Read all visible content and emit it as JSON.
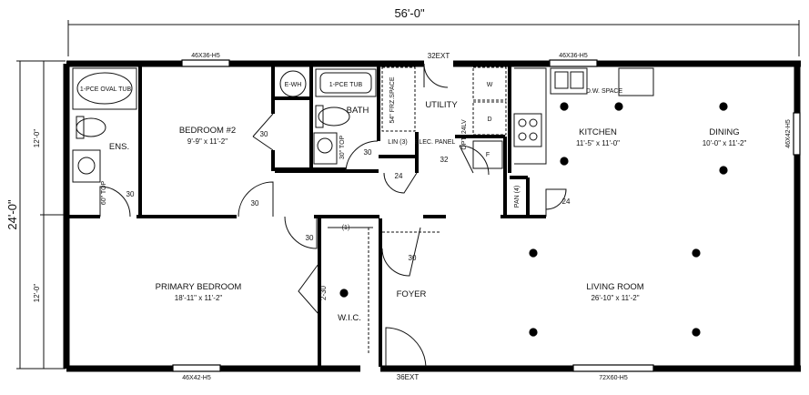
{
  "overall": {
    "width": "56'-0\"",
    "depth": "24'-0\"",
    "half_upper": "12'-0\"",
    "half_lower": "12'-0\""
  },
  "rooms": {
    "primary_bedroom": {
      "name": "PRIMARY BEDROOM",
      "size": "18'-11\" x 11'-2\""
    },
    "bedroom2": {
      "name": "BEDROOM #2",
      "size": "9'-9\" x 11'-2\""
    },
    "living": {
      "name": "LIVING ROOM",
      "size": "26'-10\" x 11'-2\""
    },
    "kitchen": {
      "name": "KITCHEN",
      "size": "11'-5\" x 11'-0\""
    },
    "dining": {
      "name": "DINING",
      "size": "10'-0\" x 11'-2\""
    },
    "foyer": {
      "name": "FOYER"
    },
    "wic": {
      "name": "W.I.C."
    },
    "bath": {
      "name": "BATH"
    },
    "ens": {
      "name": "ENS."
    },
    "utility": {
      "name": "UTILITY"
    }
  },
  "fixtures": {
    "oval_tub": "1-PCE OVAL TUB",
    "tub": "1-PCE TUB",
    "water_heater": "E-WH",
    "frz_space": "54\" FRZ.SPACE",
    "elec_panel": "ELEC. PANEL",
    "opt_24lv": "OPT. 24LV",
    "dw_space": "D.W. SPACE",
    "top_60": "60\" TOP",
    "top_30": "30\" TOP",
    "lin3": "LIN (3)",
    "pan4": "PAN (4)",
    "w": "W",
    "d": "D",
    "f": "F",
    "shelf1": "(1)"
  },
  "windows": {
    "top_left": "46X36-H5",
    "top_right": "46X36-H5",
    "right": "46X42-H5",
    "bottom_left": "46X42-H5",
    "bottom_right": "72X60-H5"
  },
  "doors": {
    "ext_top": "32EXT",
    "ext_bottom": "36EXT",
    "d30": "30",
    "d24": "24",
    "d32": "32",
    "d2_30": "2-30"
  }
}
